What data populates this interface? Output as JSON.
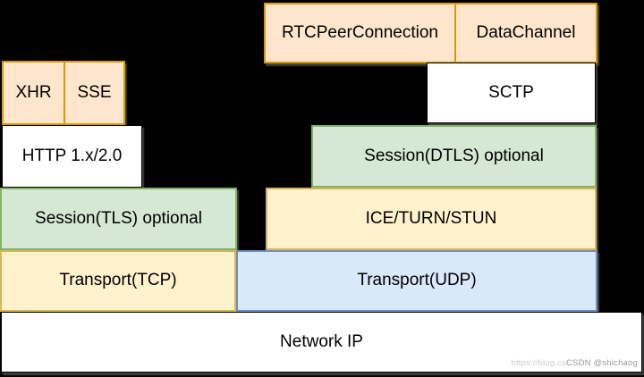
{
  "diagram": {
    "description": "Protocol stack diagram comparing browser HTTP stack and WebRTC stack",
    "boxes": {
      "rtc_peer_connection": "RTCPeerConnection",
      "data_channel": "DataChannel",
      "xhr": "XHR",
      "sse": "SSE",
      "sctp": "SCTP",
      "http": "HTTP 1.x/2.0",
      "session_dtls": "Session(DTLS) optional",
      "session_tls": "Session(TLS) optional",
      "ice_turn_stun": "ICE/TURN/STUN",
      "transport_tcp": "Transport(TCP)",
      "transport_udp": "Transport(UDP)",
      "network_ip": "Network IP"
    },
    "colors": {
      "background": "#000000",
      "orange_fill": "#ffe6cc",
      "orange_border": "#d79b00",
      "green_fill": "#d5e8d4",
      "green_border": "#82b366",
      "yellow_fill": "#fff2cc",
      "yellow_border": "#d6b656",
      "blue_fill": "#dae8fc",
      "blue_border": "#6c8ebf",
      "white_fill": "#ffffff",
      "black_border": "#000000",
      "text": "#000000"
    },
    "watermark": {
      "url_text": "https://blog.cs",
      "credit_text": "CSDN @shichaog"
    }
  }
}
